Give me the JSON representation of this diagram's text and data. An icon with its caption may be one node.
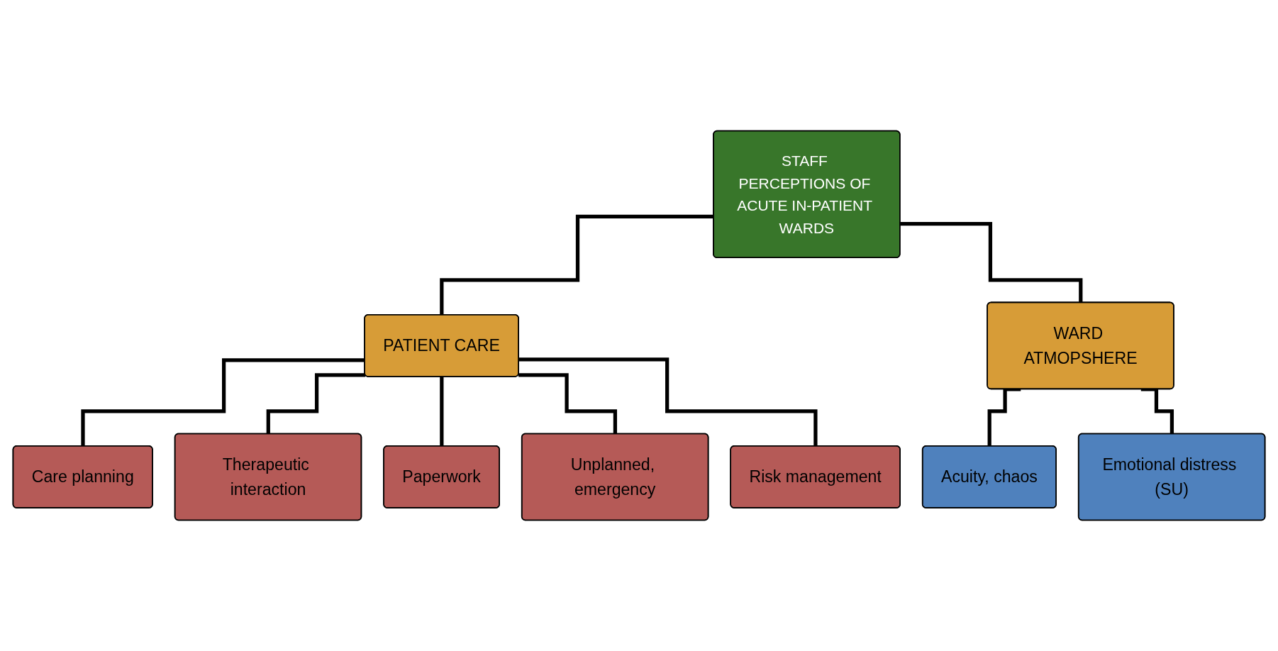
{
  "diagram": {
    "nodes": [
      {
        "text": [
          "STAFF PERCEPTIONS OF ACUTE IN-PATIENT WARDS"
        ]
      },
      {
        "text": [
          "PATIENT CARE"
        ]
      },
      {
        "text": [
          "WARD ATMOPSHERE"
        ]
      },
      {
        "text": [
          "Care planning"
        ]
      },
      {
        "text": [
          "Therapeutic interaction"
        ]
      },
      {
        "text": [
          "Acuity, chaos"
        ]
      },
      {
        "text": [
          "Paperwork"
        ]
      },
      {
        "text": [
          "Unplanned, emergency"
        ]
      },
      {
        "text": [
          "Emotional distress (SU)"
        ]
      },
      {
        "text": [
          "Risk management"
        ]
      }
    ],
    "edges": [
      {
        "from": 0,
        "to": 1,
        "arrow": "none"
      },
      {
        "from": 0,
        "to": 2,
        "arrow": "none"
      },
      {
        "from": 1,
        "to": 3,
        "arrow": "none"
      },
      {
        "from": 1,
        "to": 4,
        "arrow": "none"
      },
      {
        "from": 1,
        "to": 6,
        "arrow": "none"
      },
      {
        "from": 1,
        "to": 7,
        "arrow": "none"
      },
      {
        "from": 1,
        "to": 9,
        "arrow": "none"
      },
      {
        "from": 2,
        "to": 5,
        "arrow": "none"
      },
      {
        "from": 2,
        "to": 8,
        "arrow": "none"
      }
    ]
  }
}
